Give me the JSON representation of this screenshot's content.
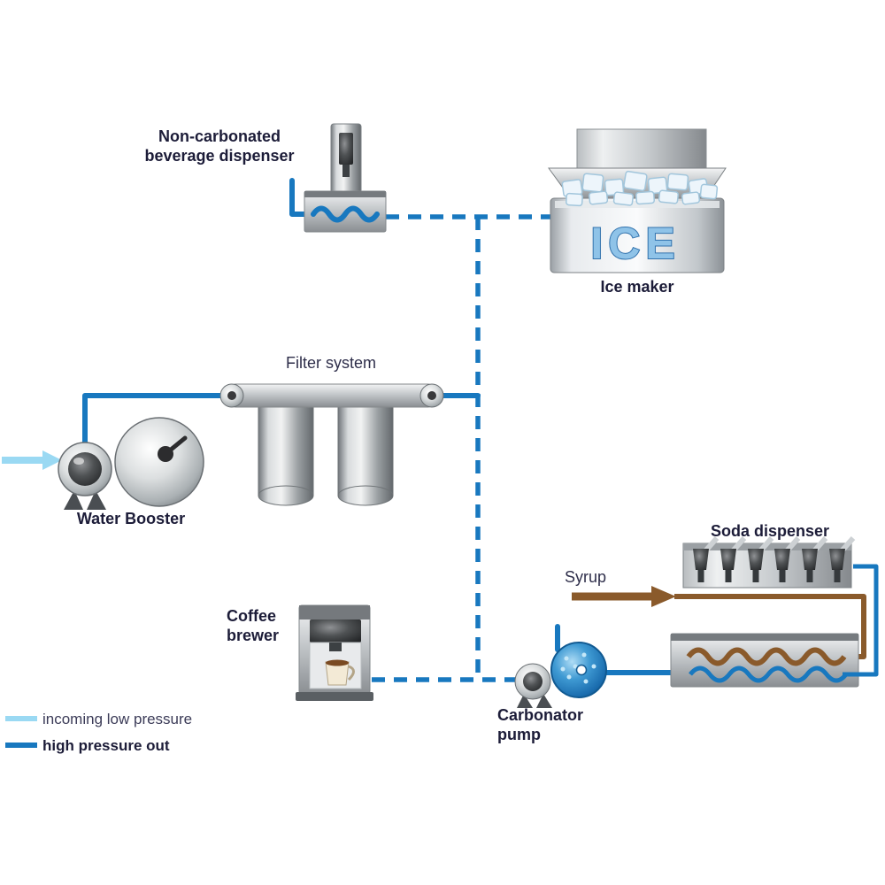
{
  "colors": {
    "pipe_high": "#1878bf",
    "pipe_low": "#9ad9f3",
    "syrup": "#8a5a2b",
    "ice_text": "#8fc3e8",
    "label": "#1c1c38"
  },
  "labels": {
    "non_carbonated_line1": "Non-carbonated",
    "non_carbonated_line2": "beverage dispenser",
    "ice_maker": "Ice maker",
    "ice": "ICE",
    "filter_system": "Filter system",
    "water_booster": "Water Booster",
    "coffee_line1": "Coffee",
    "coffee_line2": "brewer",
    "syrup": "Syrup",
    "carbonator_line1": "Carbonator",
    "carbonator_line2": "pump",
    "soda_dispenser": "Soda dispenser"
  },
  "legend": {
    "low_pressure": "incoming low pressure",
    "high_pressure": "high pressure out"
  }
}
